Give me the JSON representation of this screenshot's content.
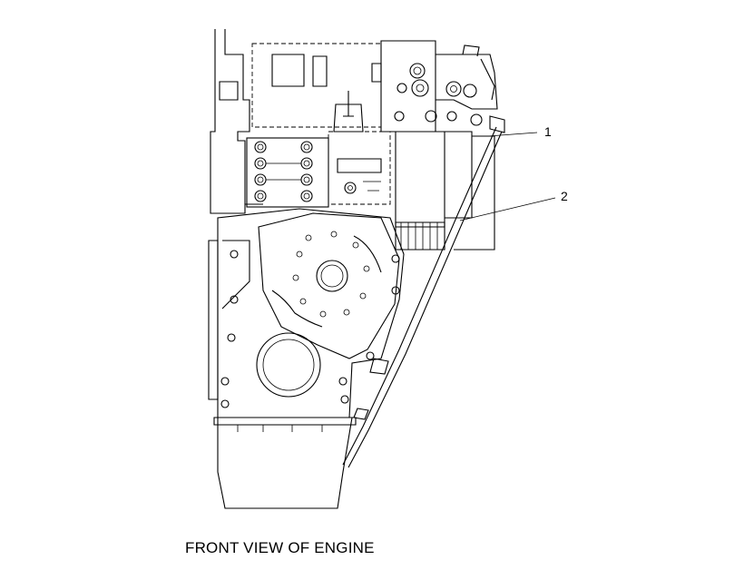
{
  "caption": "FRONT VIEW OF ENGINE",
  "callouts": [
    "1",
    "2"
  ]
}
